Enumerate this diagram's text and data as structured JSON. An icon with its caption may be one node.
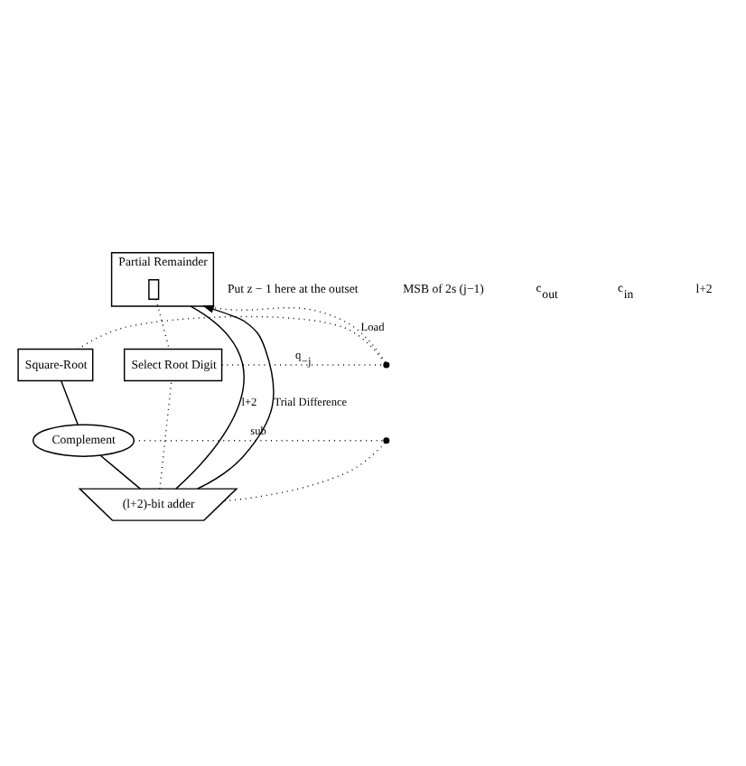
{
  "diagram": {
    "nodes": [
      {
        "text": [
          "Partial Remainder"
        ]
      },
      {
        "text": [],
        "shape": "box",
        "in": 0
      },
      {
        "text": [
          "Square-Root"
        ]
      },
      {
        "text": [
          "Complement"
        ]
      },
      {
        "text": [
          "Select Root Digit"
        ]
      },
      {
        "text": [
          "(l+2)-bit adder"
        ]
      },
      {
        "text": [],
        "shape": "circle"
      },
      {
        "text": [],
        "shape": "circle"
      }
    ],
    "edges": [
      {
        "from": 0,
        "to": 5,
        "arrow": "none",
        "label": "l+2"
      },
      {
        "from": 2,
        "to": 3,
        "arrow": "none"
      },
      {
        "from": 3,
        "to": 5,
        "arrow": "none"
      },
      {
        "from": 5,
        "to": 0,
        "arrow": "to",
        "label": "Trial Difference"
      },
      {
        "from": 4,
        "to": 6,
        "arrow": "none",
        "style": "dashed",
        "label": "q$_{−j}$"
      },
      {
        "from": 6,
        "to": 2,
        "arrow": "none",
        "style": "dashed"
      },
      {
        "from": 6,
        "to": 0,
        "arrow": "none",
        "style": "dashed",
        "label": "Load"
      },
      {
        "from": 1,
        "to": 4,
        "arrow": "none",
        "style": "dashed"
      },
      {
        "from": 3,
        "to": 7,
        "arrow": "none",
        "style": "dashed",
        "label": "sub"
      },
      {
        "from": 7,
        "to": 5,
        "arrow": "none",
        "style": "dashed"
      },
      {
        "from": 5,
        "to": 4,
        "arrow": "none",
        "style": "dashed"
      }
    ],
    "labels": [
      "Put z − 1 here at the outset",
      "MSB of 2s (j−1)",
      "c$_{out}$",
      "c$_{in}$",
      "l+2"
    ]
  }
}
